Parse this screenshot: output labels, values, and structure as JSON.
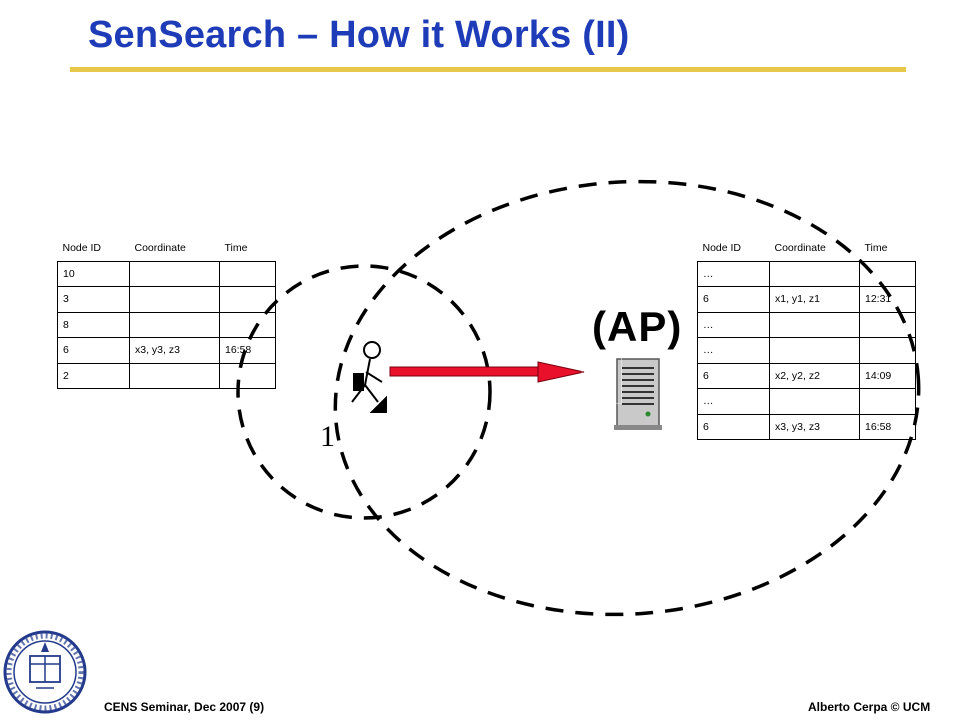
{
  "title": "SenSearch – How it Works (II)",
  "footer": {
    "left": "CENS Seminar, Dec 2007 (9)",
    "right": "Alberto Cerpa © UCM"
  },
  "diagram": {
    "ap_label": "(AP)",
    "node_label": "1",
    "arrow_color": "#e8102a",
    "seal_icon": "university-of-california-seal-icon",
    "server_icon": "server-tower-icon",
    "person_icon": "running-person-icon"
  },
  "left_table": {
    "headers": [
      "Node ID",
      "Coordinate",
      "Time"
    ],
    "rows": [
      [
        "10",
        "",
        ""
      ],
      [
        "3",
        "",
        ""
      ],
      [
        "8",
        "",
        ""
      ],
      [
        "6",
        "x3, y3, z3",
        "16:58"
      ],
      [
        "2",
        "",
        ""
      ]
    ]
  },
  "right_table": {
    "headers": [
      "Node ID",
      "Coordinate",
      "Time"
    ],
    "rows": [
      [
        "…",
        "",
        ""
      ],
      [
        "6",
        "x1, y1, z1",
        "12:31"
      ],
      [
        "…",
        "",
        ""
      ],
      [
        "…",
        "",
        ""
      ],
      [
        "6",
        "x2, y2, z2",
        "14:09"
      ],
      [
        "…",
        "",
        ""
      ],
      [
        "6",
        "x3, y3, z3",
        "16:58"
      ]
    ]
  }
}
